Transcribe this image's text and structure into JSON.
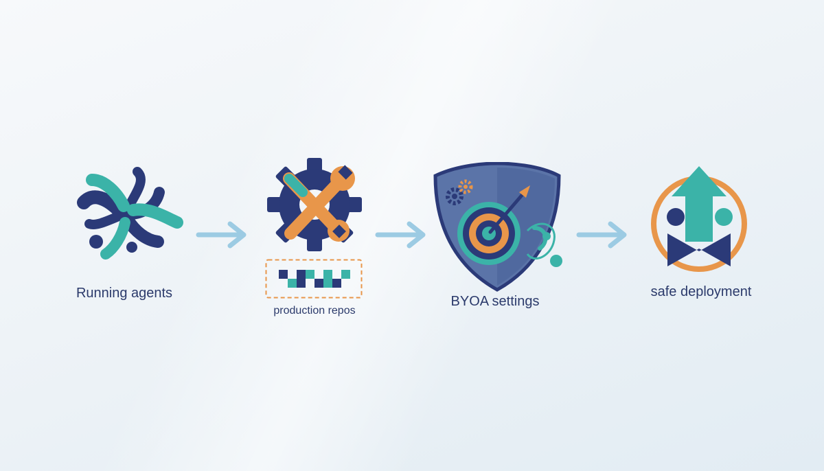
{
  "colors": {
    "navy": "#2b3a78",
    "teal": "#3bb3a8",
    "orange": "#e8964a",
    "shield": "#5b74a8",
    "arrow": "#9ccbe3",
    "text": "#2b3a6b"
  },
  "steps": [
    {
      "id": "running-agents",
      "label": "Running agents",
      "icon": "swirl-agents-icon"
    },
    {
      "id": "production-repos",
      "label": "production repos",
      "icon": "gear-tools-icon"
    },
    {
      "id": "byoa-settings",
      "label": "BYOA settings",
      "icon": "shield-target-icon"
    },
    {
      "id": "safe-deployment",
      "label": "safe deployment",
      "icon": "upload-arrow-people-icon"
    }
  ],
  "connectors": [
    "arrow-right-icon",
    "arrow-right-icon",
    "arrow-right-icon"
  ]
}
